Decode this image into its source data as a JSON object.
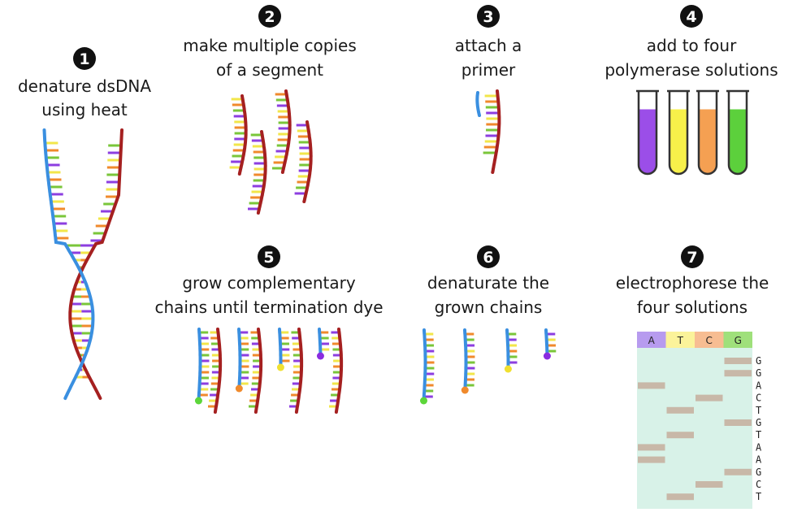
{
  "colors": {
    "strand_blue": "#3a8fe0",
    "strand_red": "#a52020",
    "base_colors": [
      "#f2e64a",
      "#f08a2c",
      "#7ac63a",
      "#8c3ee0"
    ],
    "gel_bg": "#d8f2e8",
    "band": "#c8b8a8",
    "dye_green": "#5cd63a",
    "dye_orange": "#f08a2c",
    "dye_yellow": "#f0e030",
    "dye_purple": "#8a2ce0"
  },
  "steps": [
    {
      "num": "1",
      "lines": [
        "denature dsDNA",
        "using heat"
      ]
    },
    {
      "num": "2",
      "lines": [
        "make multiple copies",
        "of a segment"
      ]
    },
    {
      "num": "3",
      "lines": [
        "attach a",
        "primer"
      ]
    },
    {
      "num": "4",
      "lines": [
        "add to four",
        "polymerase solutions"
      ]
    },
    {
      "num": "5",
      "lines": [
        "grow complementary",
        "chains until termination dye"
      ]
    },
    {
      "num": "6",
      "lines": [
        "denaturate the",
        "grown chains"
      ]
    },
    {
      "num": "7",
      "lines": [
        "electrophorese the",
        "four solutions"
      ]
    }
  ],
  "tubes": [
    {
      "name": "purple",
      "color": "#9b4ee8",
      "fill_fraction": 0.78
    },
    {
      "name": "yellow",
      "color": "#f7f04a",
      "fill_fraction": 0.78
    },
    {
      "name": "orange",
      "color": "#f5a052",
      "fill_fraction": 0.78
    },
    {
      "name": "green",
      "color": "#5cd03c",
      "fill_fraction": 0.78
    }
  ],
  "gel": {
    "lanes": [
      {
        "label": "A",
        "color": "#b79bef"
      },
      {
        "label": "T",
        "color": "#fbf39a"
      },
      {
        "label": "C",
        "color": "#f7bd92"
      },
      {
        "label": "G",
        "color": "#9fe07b"
      }
    ],
    "sequence": [
      "G",
      "G",
      "A",
      "C",
      "T",
      "G",
      "T",
      "A",
      "A",
      "G",
      "C",
      "T"
    ]
  }
}
